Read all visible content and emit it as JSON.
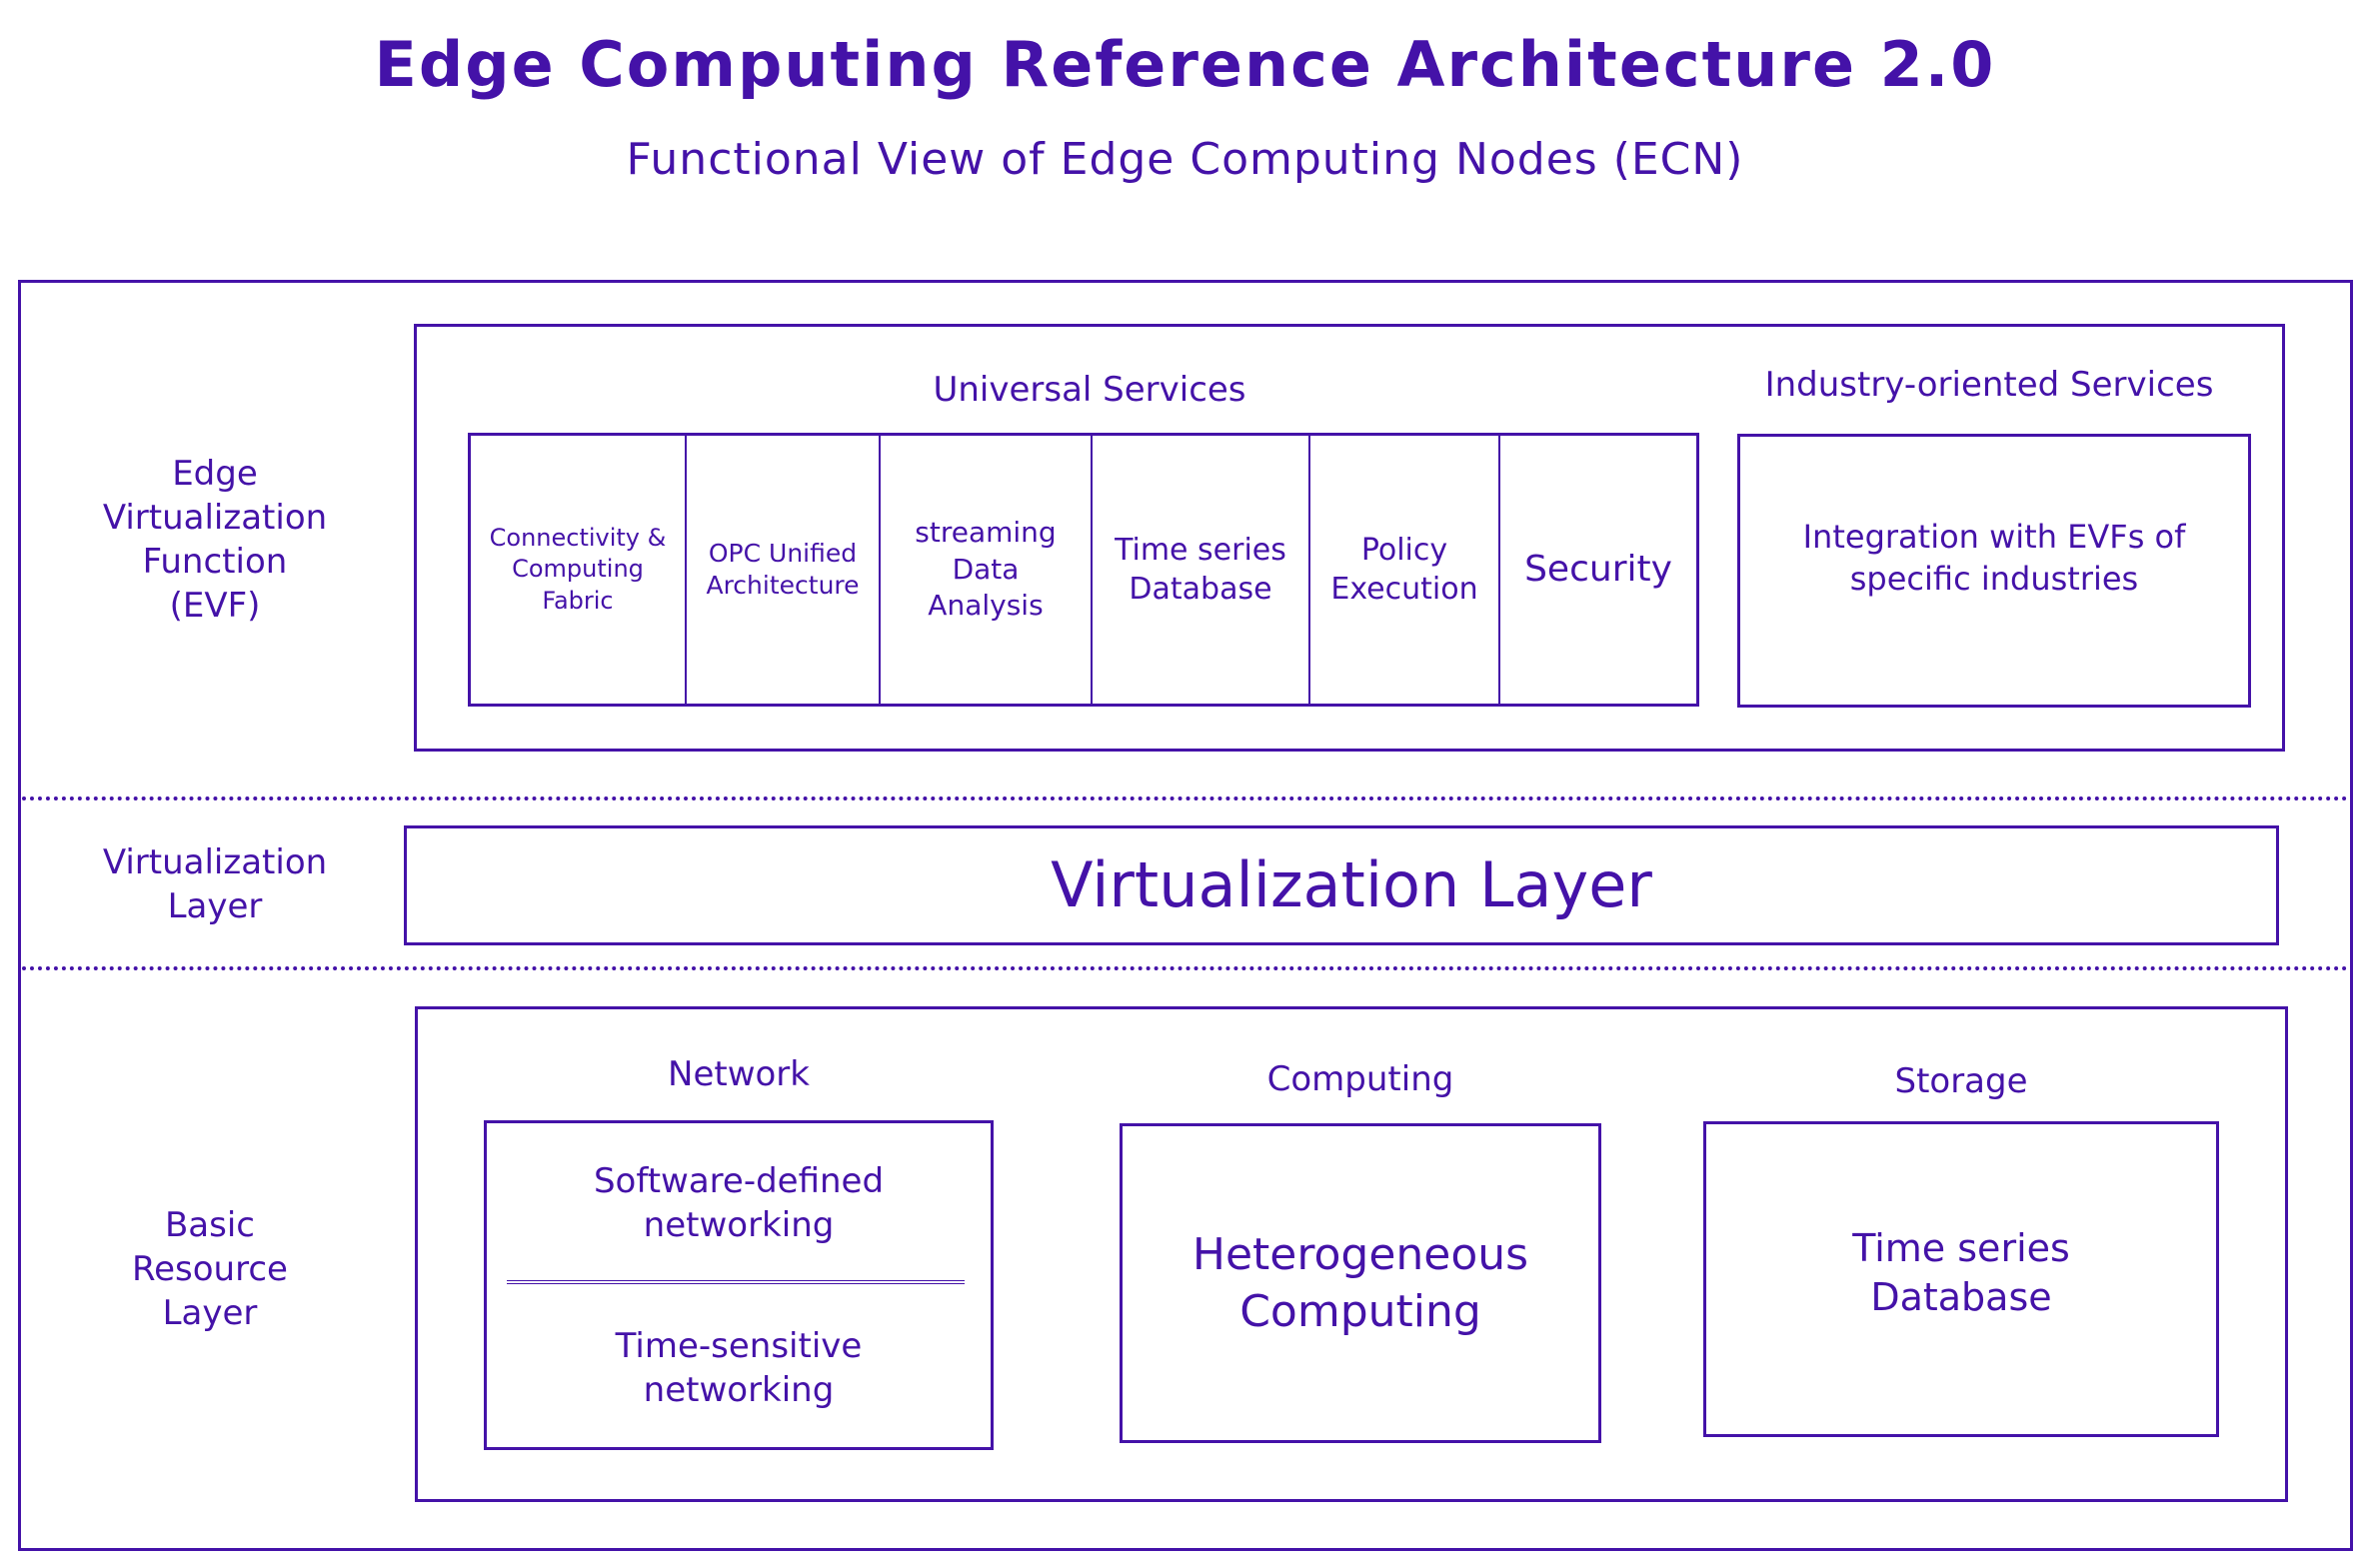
{
  "header": {
    "title": "Edge Computing Reference Architecture 2.0",
    "subtitle": "Functional View of Edge Computing Nodes (ECN)"
  },
  "colors": {
    "stroke": "#4412a8",
    "background": "#ffffff"
  },
  "layers": {
    "evf": {
      "label": "Edge\nVirtualization\nFunction\n(EVF)",
      "universal_services": {
        "heading": "Universal Services",
        "items": [
          "Connectivity &\nComputing\nFabric",
          "OPC Unified\nArchitecture",
          "streaming\nData\nAnalysis",
          "Time series\nDatabase",
          "Policy\nExecution",
          "Security"
        ]
      },
      "industry_services": {
        "heading": "Industry-oriented Services",
        "item": "Integration with EVFs of\nspecific industries"
      }
    },
    "virtualization": {
      "label": "Virtualization\nLayer",
      "box_text": "Virtualization Layer"
    },
    "basic_resource": {
      "label": "Basic\nResource\nLayer",
      "network": {
        "heading": "Network",
        "top": "Software-defined\nnetworking",
        "bottom": "Time-sensitive\nnetworking"
      },
      "computing": {
        "heading": "Computing",
        "item": "Heterogeneous\nComputing"
      },
      "storage": {
        "heading": "Storage",
        "item": "Time series\nDatabase"
      }
    }
  }
}
